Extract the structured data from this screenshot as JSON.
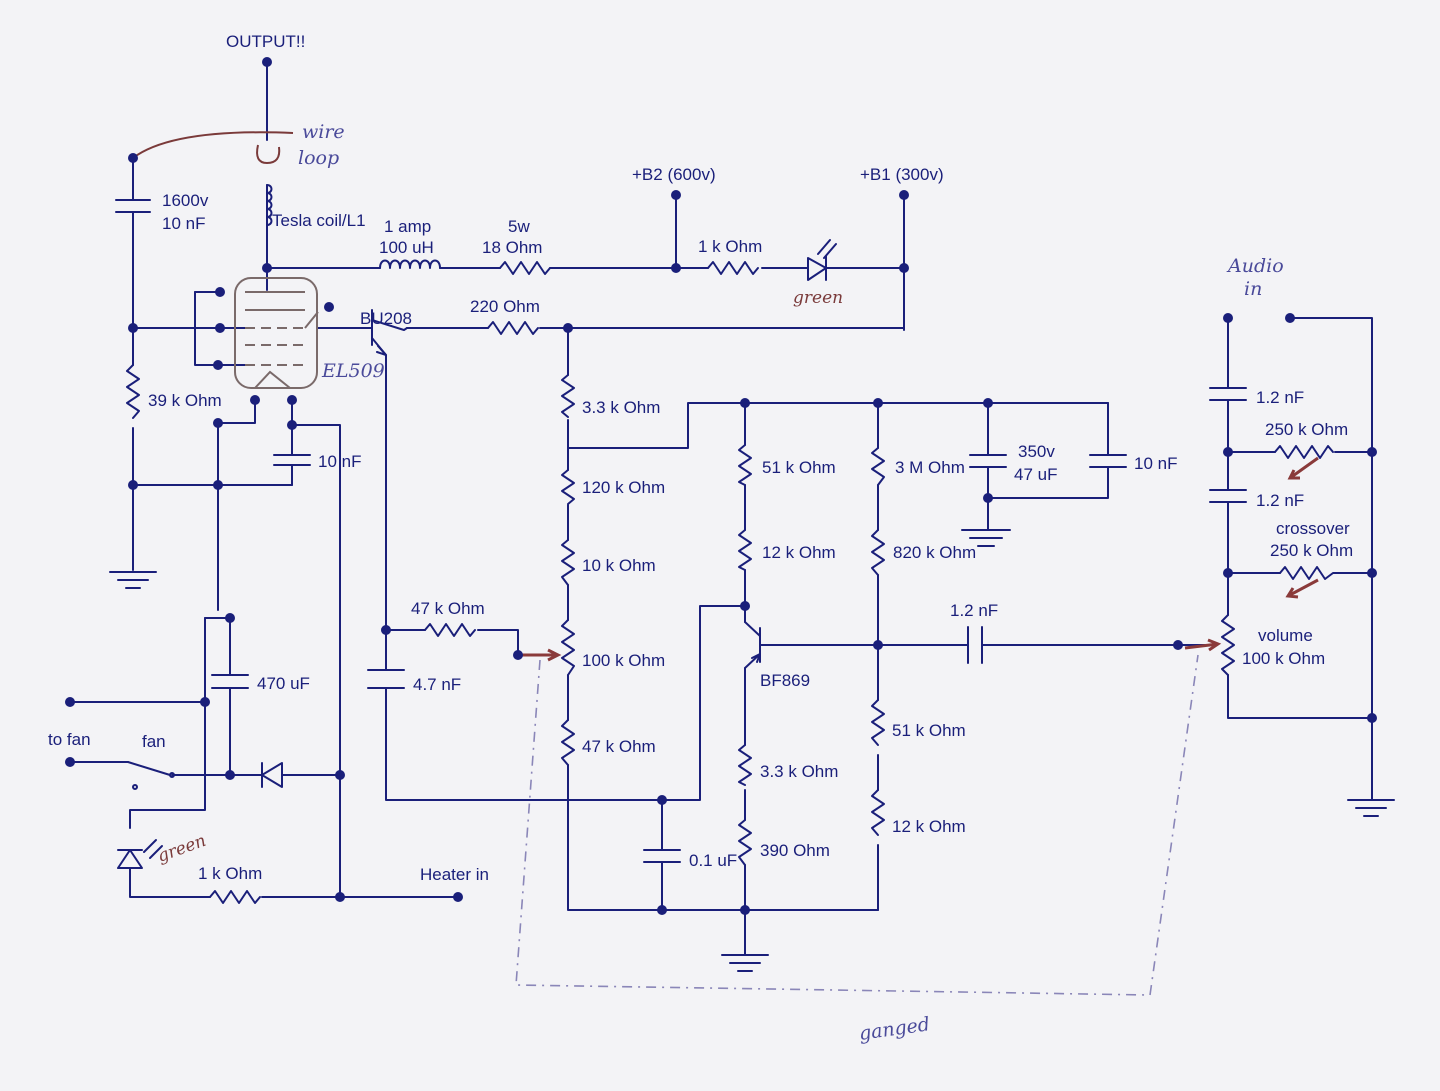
{
  "labels": {
    "output": "OUTPUT!!",
    "wire": "wire",
    "loop": "loop",
    "c_1600v": "1600v",
    "c_10nf_top": "10 nF",
    "tesla": "Tesla coil/L1",
    "amp_1": "1 amp",
    "uh_100": "100 uH",
    "w5": "5w",
    "ohm18": "18  Ohm",
    "b2": "+B2 (600v)",
    "b1": "+B1 (300v)",
    "k1_top": "1 k Ohm",
    "green_top": "green",
    "bu208": "BU208",
    "ohm220": "220  Ohm",
    "el509": "EL509",
    "k39": "39 k Ohm",
    "c_10nf_mid": "10 nF",
    "k33_top": "3.3 k Ohm",
    "k120": "120 k Ohm",
    "k10": "10 k Ohm",
    "k100": "100 k Ohm",
    "k47_bot": "47 k Ohm",
    "k47_left": "47 k Ohm",
    "nf47": "4.7 nF",
    "uf470": "470 uF",
    "to_fan": "to fan",
    "fan": "fan",
    "green_bot": "green",
    "k1_bot": "1 k Ohm",
    "heater": "Heater in",
    "k51_a": "51 k Ohm",
    "k12_a": "12 k Ohm",
    "m3": "3 M Ohm",
    "k820": "820 k Ohm",
    "v350": "350v",
    "uf47": "47 uF",
    "c_10nf_right": "10 nF",
    "bf869": "BF869",
    "k33_em": "3.3 k Ohm",
    "ohm390": "390  Ohm",
    "uf01": "0.1 uF",
    "nf12_coup": "1.2 nF",
    "k51_b": "51 k Ohm",
    "k12_b": "12 k Ohm",
    "audio": "Audio",
    "in": "in",
    "nf12_a": "1.2 nF",
    "nf12_b": "1.2 nF",
    "k250_a": "250 k Ohm",
    "crossover": "crossover",
    "k250_b": "250 k Ohm",
    "volume": "volume",
    "k100_vol": "100 k Ohm",
    "ganged": "ganged"
  }
}
